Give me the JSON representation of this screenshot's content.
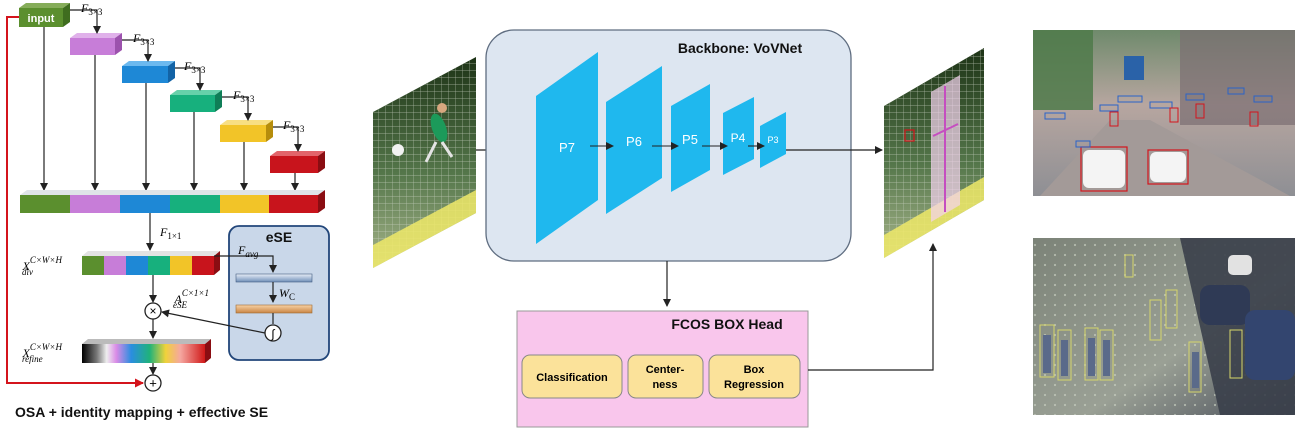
{
  "osa": {
    "input_label": "input",
    "conv_label": "F",
    "conv_sub": "3×3",
    "reduce_label": "F",
    "reduce_sub": "1×1",
    "xdiv_base": "X",
    "xdiv_sup": "C×W×H",
    "xdiv_sub": "div",
    "xref_base": "X",
    "xref_sup": "C×W×H",
    "xref_sub": "refine",
    "attn_base": "A",
    "attn_sup": "C×1×1",
    "attn_sub": "eSE",
    "multiply_symbol": "×",
    "add_symbol": "+",
    "caption": "OSA + identity mapping + effective SE",
    "block_colors": [
      "#5b8f2e",
      "#c77dd8",
      "#1e88d6",
      "#17b07d",
      "#f2c428",
      "#c8141c"
    ]
  },
  "ese": {
    "title": "eSE",
    "favg_base": "F",
    "favg_sub": "avg",
    "wc_base": "W",
    "wc_sub": "C",
    "sigmoid_symbol": "∫"
  },
  "backbone": {
    "title": "Backbone: VoVNet",
    "levels": [
      "P7",
      "P6",
      "P5",
      "P4",
      "P3"
    ]
  },
  "head": {
    "title": "FCOS BOX Head",
    "modules": [
      {
        "line1": "Classification",
        "line2": ""
      },
      {
        "line1": "Center-",
        "line2": "ness"
      },
      {
        "line1": "Box",
        "line2": "Regression"
      }
    ]
  },
  "colors": {
    "identity_arrow": "#d4141c",
    "feature_blue": "#1fb8ee",
    "backbone_fill": "#dde6f1",
    "ese_fill": "#c9d7e9",
    "head_fill": "#f9c6ec",
    "module_fill": "#fbe29a"
  }
}
